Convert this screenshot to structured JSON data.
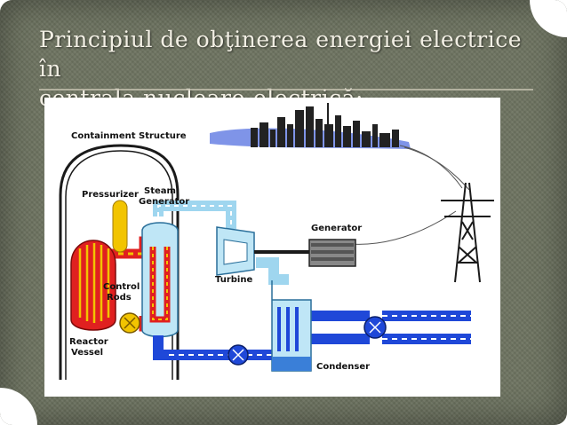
{
  "slide": {
    "title_lines": [
      "Principiul de obţinerea energiei electrice în",
      "centrala nuclearo-electrică:"
    ]
  },
  "diagram": {
    "labels": {
      "containment": "Containment Structure",
      "pressurizer": "Pressurizer",
      "steam_generator_1": "Steam",
      "steam_generator_2": "Generator",
      "control_rods_1": "Control",
      "control_rods_2": "Rods",
      "reactor_vessel_1": "Reactor",
      "reactor_vessel_2": "Vessel",
      "turbine": "Turbine",
      "generator": "Generator",
      "condenser": "Condenser"
    },
    "icons": [
      "city-skyline-icon",
      "transmission-tower-icon"
    ]
  },
  "colors": {
    "slide_bg": "#6d7360",
    "title_text": "#f2efe4",
    "primary_loop": "#e02020",
    "steam_loop": "#9fd6ef",
    "cooling_loop": "#1f48d8",
    "yellow": "#f2c400"
  }
}
